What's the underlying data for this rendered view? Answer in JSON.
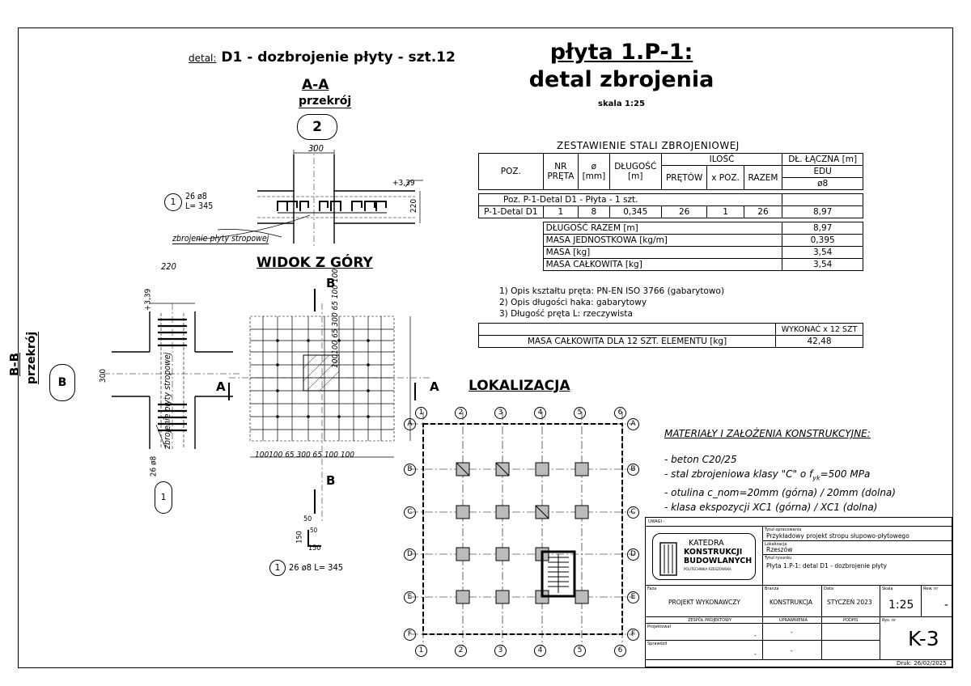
{
  "detail": {
    "prefix": "detal:",
    "title": "D1 - dozbrojenie płyty - szt.12"
  },
  "sheet_title": {
    "line1": "płyta 1.P-1:",
    "line2": "detal zbrojenia",
    "scale": "skala 1:25"
  },
  "section_aa": {
    "label": "A-A",
    "sub": "przekrój",
    "num": "2",
    "dim_top": "300",
    "dim_side": "220",
    "level": "+3,39",
    "bar_pos": "1",
    "bar_desc1": "26 ø8",
    "bar_desc2": "L= 345",
    "slab_label": "zbrojenie płyty stropowej"
  },
  "section_bb": {
    "label": "B-B",
    "sub": "przekrój",
    "num": "B",
    "dim_top": "220",
    "dim_side": "300",
    "level": "+3,39",
    "bar_pos": "1",
    "bar_desc": "26 ø8",
    "slab_label": "zbrojenie płyty stropowej"
  },
  "top_view": {
    "label": "WIDOK Z GÓRY",
    "cut_b": "B",
    "cut_a": "A",
    "dims_bottom": "100100 65 300 65 100 100",
    "dims_right": "100100 65 300 65 100 100"
  },
  "bar_shape": {
    "top": "50",
    "left": "150",
    "inner": "50",
    "bottom": "150",
    "pos": "1",
    "desc": "26 ø8 L= 345"
  },
  "steel_table": {
    "title": "ZESTAWIENIE STALI ZBROJENIOWEJ",
    "headers": {
      "poz": "POZ.",
      "nr": "NR",
      "preta": "PRĘTA",
      "phi": "ø",
      "mm": "[mm]",
      "dlugosc": "DŁUGOŚĆ",
      "m": "[m]",
      "ilosc": "ILOŚĆ",
      "pretow": "PRĘTÓW",
      "xpoz": "x POZ.",
      "razem": "RAZEM",
      "dl_laczna": "DŁ. ŁĄCZNA [m]",
      "grade": "EDU",
      "phi8": "ø8"
    },
    "group_row": "Poz. P-1-Detal D1 - Płyta - 1 szt.",
    "row": {
      "poz": "P-1-Detal D1",
      "nr": "1",
      "phi": "8",
      "len": "0,345",
      "pretow": "26",
      "xpoz": "1",
      "razem": "26",
      "total": "8,97"
    },
    "summary": [
      {
        "label": "DŁUGOŚĆ RAZEM [m]",
        "value": "8,97"
      },
      {
        "label": "MASA JEDNOSTKOWA [kg/m]",
        "value": "0,395"
      },
      {
        "label": "MASA [kg]",
        "value": "3,54"
      },
      {
        "label": "MASA CAŁKOWITA [kg]",
        "value": "3,54"
      }
    ],
    "notes": [
      "1) Opis kształtu pręta: PN-EN ISO 3766 (gabarytowo)",
      "2) Opis długości haka: gabarytowy",
      "3) Długość pręta L: rzeczywista"
    ],
    "execution_header": "WYKONAĆ x 12 SZT",
    "execution_label": "MASA CAŁKOWITA DLA 12 SZT. ELEMENTU [kg]",
    "execution_value": "42,48"
  },
  "location": {
    "title": "LOKALIZACJA",
    "cols": [
      "1",
      "2",
      "3",
      "4",
      "5",
      "6"
    ],
    "rows": [
      "A",
      "B",
      "C",
      "D",
      "E",
      "F"
    ]
  },
  "materials": {
    "title": "MATERIAŁY I ZAŁOŻENIA KONSTRUKCYJNE:",
    "items": [
      "- beton C20/25",
      "- stal zbrojeniowa klasy \"C\" o f",
      "- otulina c_nom=20mm (górna) / 20mm (dolna)",
      "- klasa ekspozycji XC1 (górna) / XC1 (dolna)"
    ],
    "fyk_sub": "yk",
    "fyk_value": "=500 MPa"
  },
  "title_block": {
    "uwagi": "UWAGI -",
    "logo_line1": "KATEDRA",
    "logo_line2": "KONSTRUKCJI",
    "logo_line3": "BUDOWLANYCH",
    "logo_line4": "POLITECHNIKA RZESZOWSKA",
    "project_label": "Tytuł opracowania",
    "project_value": "Przykładowy projekt stropu słupowo-płytowego",
    "location_label": "Lokalizacja",
    "location_value": "Rzeszów",
    "drawing_label": "Tytuł rysunku",
    "drawing_value": "Płyta 1.P-1: detal D1 - dozbrojenie płyty",
    "phase_label": "Faza",
    "phase_value": "PROJEKT WYKONAWCZY",
    "branch_label": "Branża",
    "branch_value": "KONSTRUKCJA",
    "date_label": "Data",
    "date_value": "STYCZEŃ 2023",
    "scale_label": "Skala",
    "scale_value": "1:25",
    "rev_label": "Rew. nr",
    "rev_value": "-",
    "team_header": "ZESPÓŁ PROJEKTOWY",
    "perm_header": "UPRAWNIENIA",
    "sign_header": "PODPIS",
    "designer_label": "Projektował",
    "checker_label": "Sprawdził",
    "designer_value": "-",
    "checker_value": "-",
    "designer_perm": "-",
    "checker_perm": "-",
    "drawing_no_label": "Rys. nr",
    "drawing_no": "K-3",
    "print": "Druk: 26/02/2025"
  }
}
